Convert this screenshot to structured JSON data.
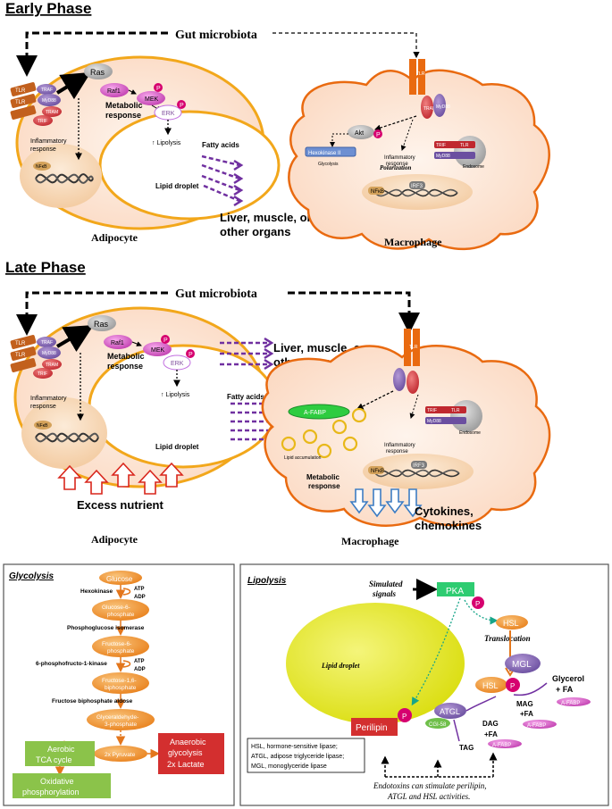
{
  "early": {
    "phase_title": "Early Phase",
    "gut_microbiota": "Gut microbiota",
    "adipocyte": {
      "ras": "Ras",
      "raf1": "Raf1",
      "mek": "MEK",
      "erk": "ERK",
      "p": "P",
      "metabolic_response": [
        "Metabolic",
        "response"
      ],
      "lipolysis": "↑ Lipolysis",
      "inflammatory_response": [
        "Inflammatory",
        "response"
      ],
      "nfkb": "NFκB",
      "lipid_droplet": "Lipid droplet",
      "tlr_labels": [
        "TRAF",
        "TLR",
        "MyD88",
        "TLR",
        "TRAM",
        "TRIF"
      ],
      "caption": "Adipocyte"
    },
    "fatty_acids": "Fatty acids",
    "destination": [
      "Liver, muscle, or",
      "other organs"
    ],
    "macrophage": {
      "tlr": "TLR",
      "akt": "Akt",
      "p": "P",
      "hexokinase": "Hexokinase II",
      "glycolysis": "Glycolysis",
      "polarization": "Polarization",
      "inflammatory_response": [
        "Inflammatory",
        "response"
      ],
      "tram": "TRAM",
      "myd88": "MyD88",
      "trif": "TRIF",
      "tlr4": "TLR",
      "endosome": "Endosome",
      "nfkb": "NFκB",
      "irf3": "IRF3",
      "caption": "Macrophage"
    }
  },
  "late": {
    "phase_title": "Late Phase",
    "gut_microbiota": "Gut microbiota",
    "adipocyte": {
      "ras": "Ras",
      "raf1": "Raf1",
      "mek": "MEK",
      "erk": "ERK",
      "p": "P",
      "metabolic_response": [
        "Metabolic",
        "response"
      ],
      "lipolysis": "↑ Lipolysis",
      "inflammatory_response": [
        "Inflammatory",
        "response"
      ],
      "nfkb": "NFκB",
      "lipid_droplet": "Lipid droplet",
      "excess_nutrient": "Excess nutrient",
      "caption": "Adipocyte"
    },
    "destination": [
      "Liver, muscle, or",
      "other organs"
    ],
    "fatty_acids": "Fatty acids",
    "macrophage": {
      "afabp": "A-FABP",
      "lipid_accumulation": "Lipid accumulation",
      "metabolic_response": [
        "Metabolic",
        "response"
      ],
      "inflammatory_response": [
        "Inflammatory",
        "response"
      ],
      "trif": "TRIF",
      "tlr": "TLR",
      "myd88": "MyD88",
      "endosome": "Endosome",
      "nfkb": "NFκB",
      "irf3": "IRF3",
      "cytokines": [
        "Cytokines,",
        "chemokines"
      ],
      "caption": "Macrophage"
    }
  },
  "glycolysis": {
    "title": "Glycolysis",
    "steps": [
      "Glucose",
      "Glucose-6-phosphate",
      "Fructose-6-phosphate",
      "Fructose-1,6-biphosphate",
      "Glyceraldehyde-3-phosphate",
      "2x Pyruvate"
    ],
    "enzymes": [
      "Hexokinase",
      "Phosphoglucose isomerase",
      "6-phosphofructo-1-kinase",
      "Fructose biphosphate aldose"
    ],
    "atp": "ATP",
    "adp": "ADP",
    "aerobic": [
      "Aerobic",
      "TCA cycle"
    ],
    "oxidative": [
      "Oxidative",
      "phosphorylation"
    ],
    "anaerobic": [
      "Anaerobic",
      "glycolysis",
      "2x Lactate"
    ]
  },
  "lipolysis": {
    "title": "Lipolysis",
    "signals": [
      "Simulated",
      "signals"
    ],
    "pka": "PKA",
    "p": "P",
    "hsl": "HSL",
    "translocation": "Translocation",
    "lipid_droplet": "Lipid droplet",
    "mgl": "MGL",
    "glycerol": [
      "Glycerol",
      "+ FA"
    ],
    "mag": [
      "MAG",
      "+FA"
    ],
    "dag": [
      "DAG",
      "+FA"
    ],
    "tag": "TAG",
    "afabp": "A-FABP",
    "atgl": "ATGL",
    "cgi58": "CGI-58",
    "perilipin": "Perilipin",
    "legend": [
      "HSL, hormone-sensitive lipase;",
      "ATGL, adipose triglyceride lipase;",
      "MGL, monoglyceride lipase"
    ],
    "footnote": [
      "Endotoxins can stimulate perilipin,",
      "ATGL and HSL activities."
    ]
  },
  "colors": {
    "cell_fill": "#fde5d3",
    "cell_border": "#f2a71b",
    "purple_arrow": "#7030a0",
    "red_arrow": "#d9261c",
    "blue_arrow": "#3d7dc4"
  }
}
